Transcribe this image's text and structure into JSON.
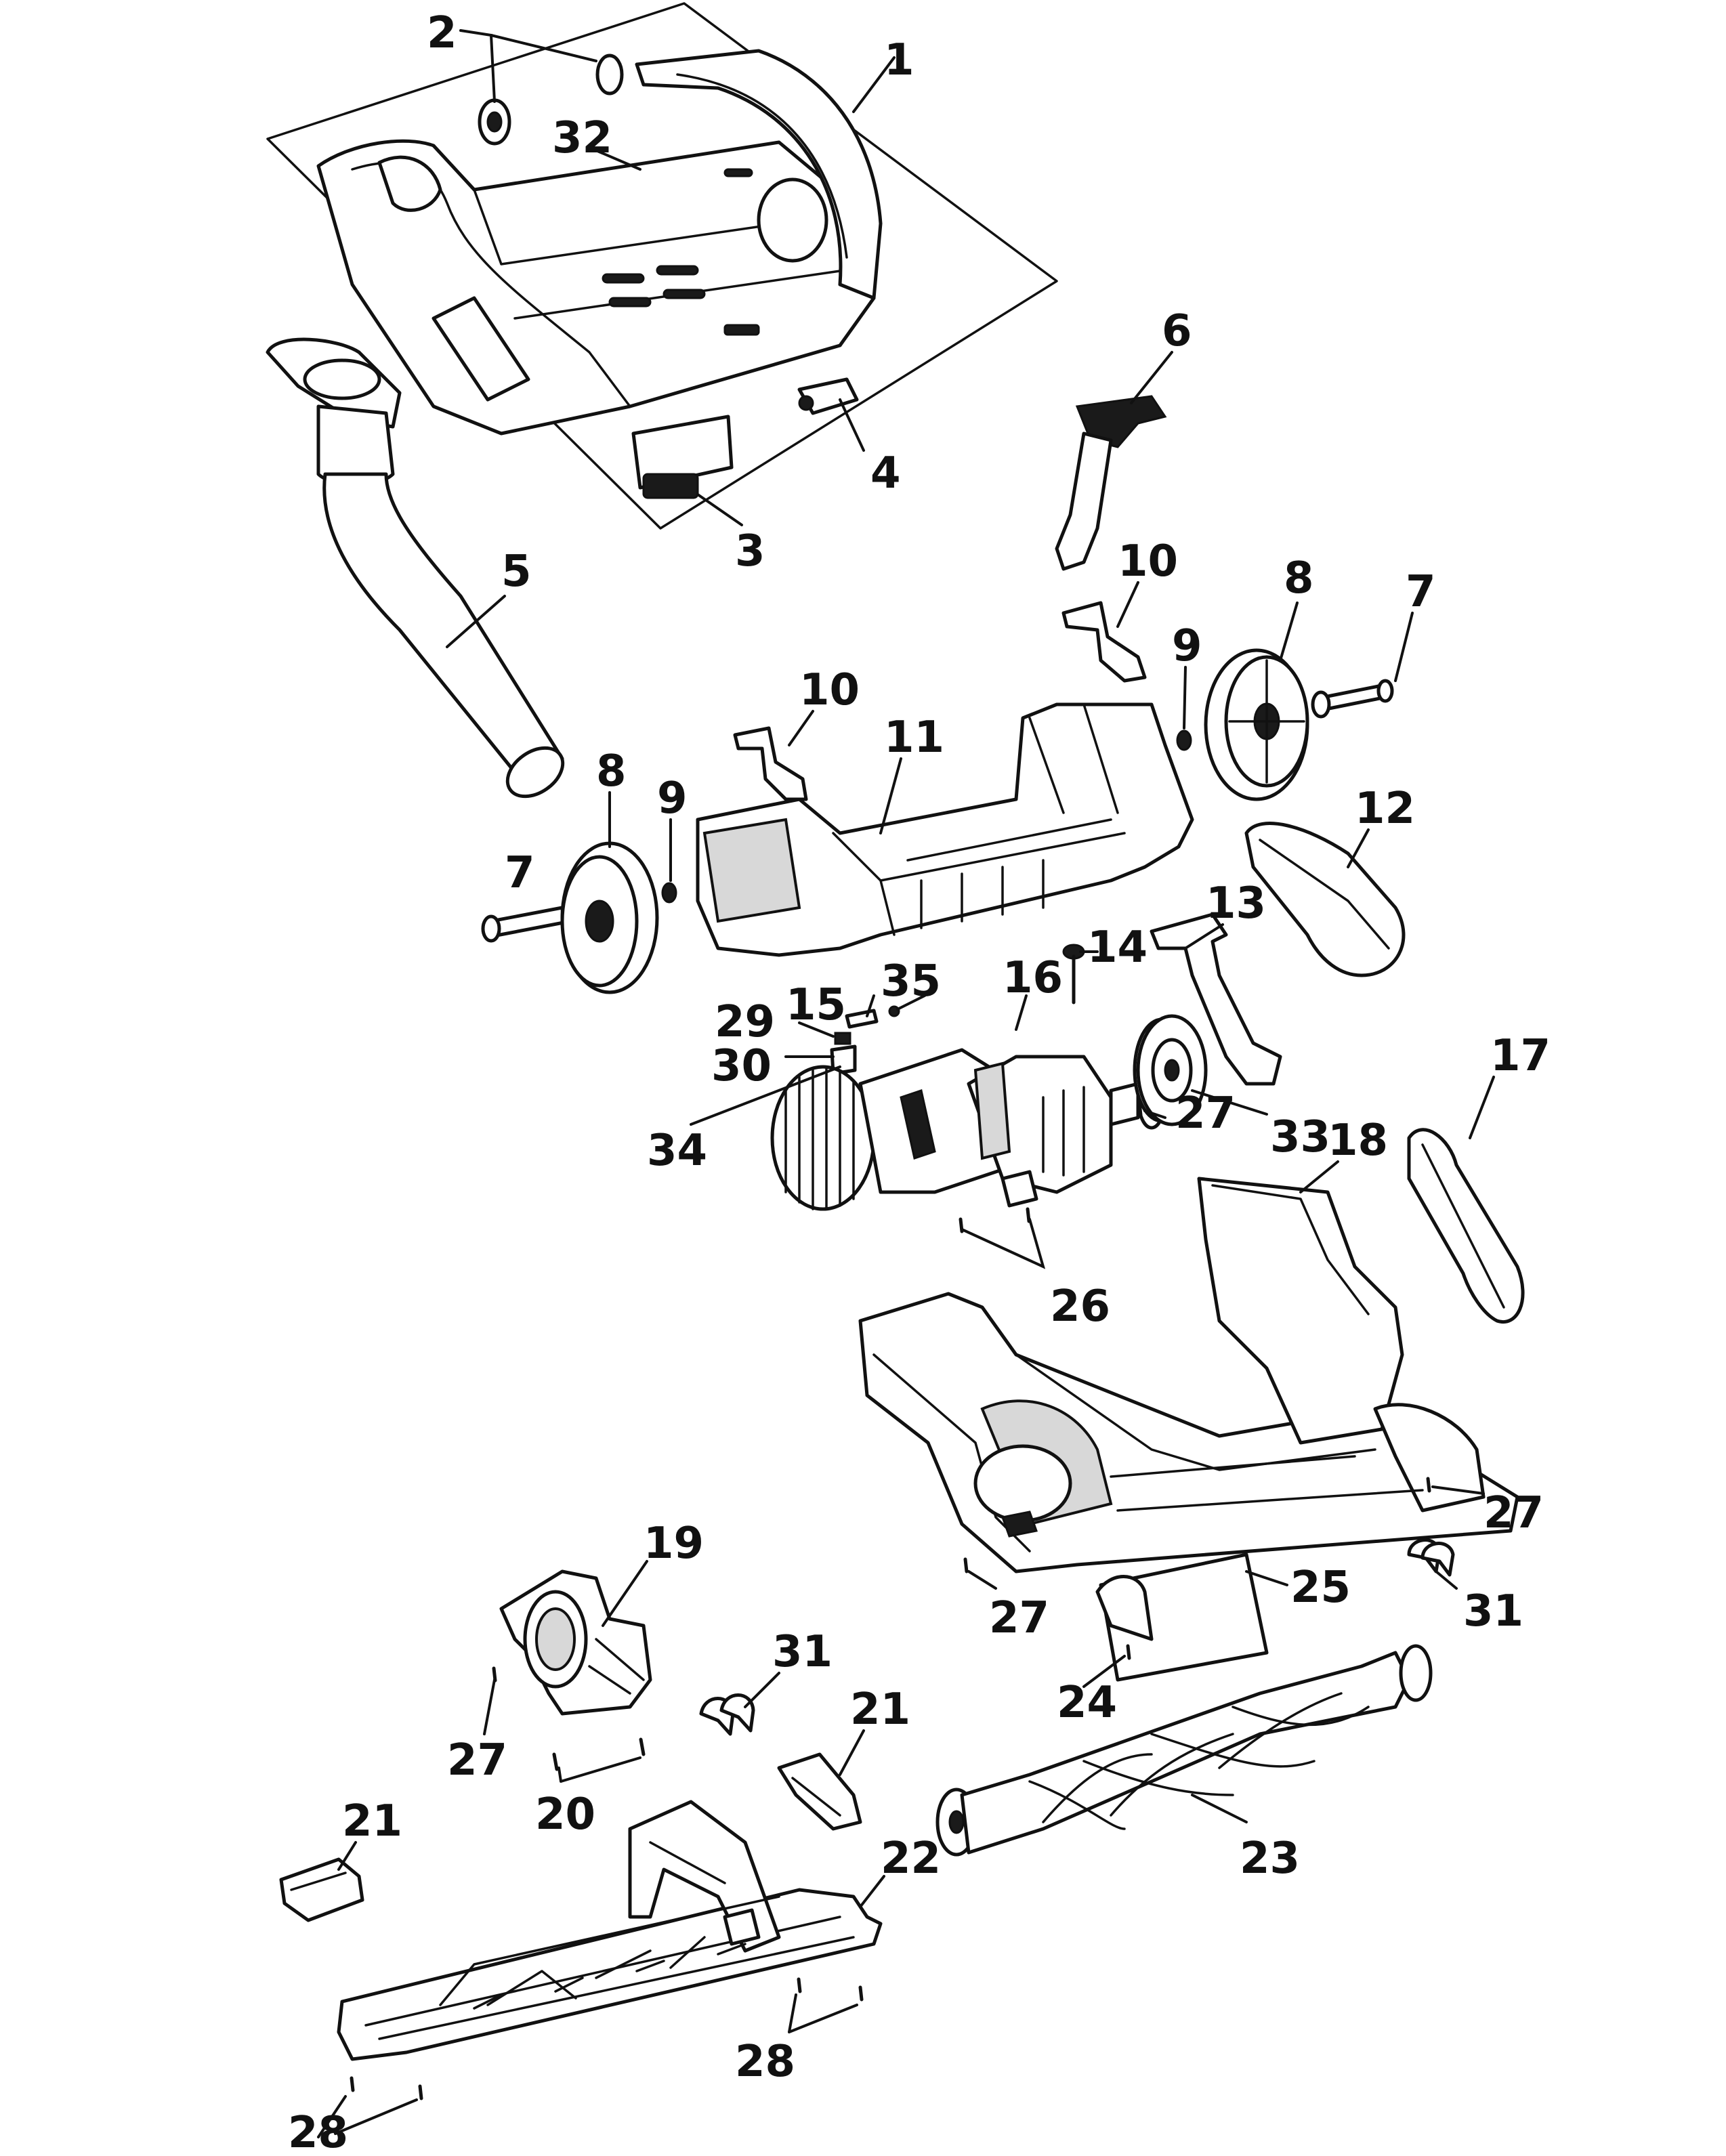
{
  "callouts": {
    "c1": "1",
    "c2": "2",
    "c3": "3",
    "c4": "4",
    "c5": "5",
    "c6": "6",
    "c7a": "7",
    "c7b": "7",
    "c8a": "8",
    "c8b": "8",
    "c9a": "9",
    "c9b": "9",
    "c10a": "10",
    "c10b": "10",
    "c11": "11",
    "c12": "12",
    "c13": "13",
    "c14": "14",
    "c15": "15",
    "c16": "16",
    "c17": "17",
    "c18": "18",
    "c19": "19",
    "c20": "20",
    "c21a": "21",
    "c21b": "21",
    "c22": "22",
    "c23": "23",
    "c24": "24",
    "c25": "25",
    "c26": "26",
    "c27a": "27",
    "c27b": "27",
    "c27c": "27",
    "c27d": "27",
    "c28a": "28",
    "c28b": "28",
    "c29": "29",
    "c30": "30",
    "c31a": "31",
    "c31b": "31",
    "c32": "32",
    "c33": "33",
    "c34": "34",
    "c35": "35"
  }
}
